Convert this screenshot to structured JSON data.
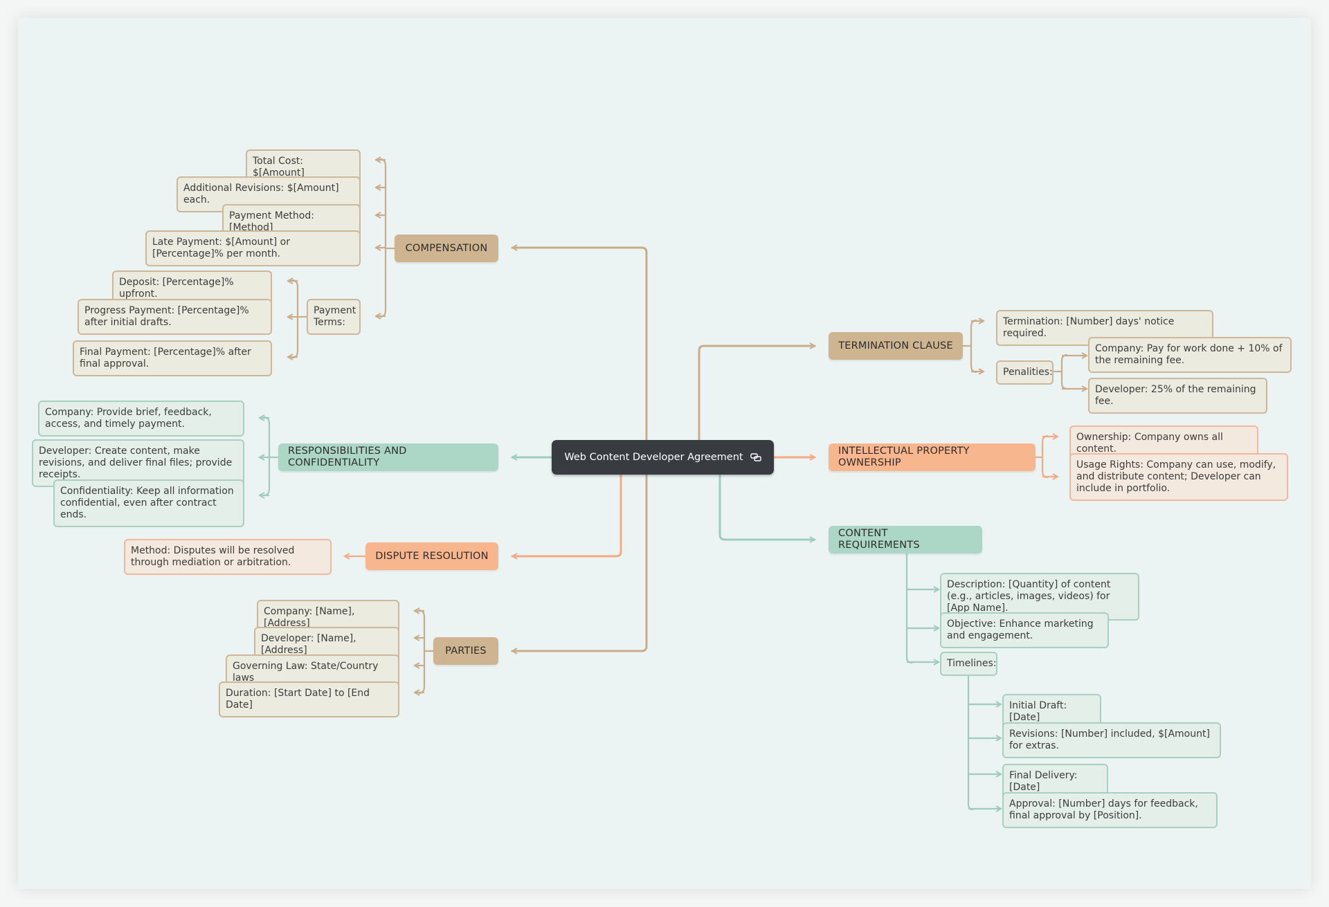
{
  "root": {
    "label": "Web Content Developer Agreement",
    "icon": "link-icon"
  },
  "colors": {
    "tan": "#cfb491",
    "teal": "#acd6c5",
    "orange": "#f8b68f",
    "tan_line": "#c9ad8a",
    "teal_line": "#9fcdbb",
    "orange_line": "#f6a982",
    "root": "#383c40",
    "canvas": "#ebf3f3"
  },
  "compensation": {
    "label": "COMPENSATION",
    "items": [
      "Total Cost: $[Amount]",
      "Additional Revisions: $[Amount] each.",
      "Payment Method: [Method]",
      "Late Payment: $[Amount] or [Percentage]% per month."
    ],
    "payment_terms": {
      "label": "Payment Terms:",
      "items": [
        "Deposit: [Percentage]% upfront.",
        "Progress Payment: [Percentage]% after initial drafts.",
        "Final Payment: [Percentage]% after final approval."
      ]
    }
  },
  "responsibilities": {
    "label": "RESPONSIBILITIES AND CONFIDENTIALITY",
    "items": [
      "Company: Provide brief, feedback, access, and timely payment.",
      "Developer: Create content, make revisions, and deliver final files; provide receipts.",
      "Confidentiality: Keep all information confidential, even after contract ends."
    ]
  },
  "dispute": {
    "label": "DISPUTE RESOLUTION",
    "items": [
      "Method: Disputes will be resolved through mediation or arbitration."
    ]
  },
  "parties": {
    "label": "PARTIES",
    "items": [
      "Company: [Name], [Address]",
      "Developer: [Name], [Address]",
      "Governing Law: State/Country laws",
      "Duration: [Start Date] to [End Date]"
    ]
  },
  "termination": {
    "label": "TERMINATION CLAUSE",
    "items": [
      "Termination: [Number] days' notice required."
    ],
    "penalties": {
      "label": "Penalities:",
      "items": [
        "Company: Pay for work done + 10% of the remaining fee.",
        "Developer: 25% of the remaining fee."
      ]
    }
  },
  "ip": {
    "label": "INTELLECTUAL PROPERTY OWNERSHIP",
    "items": [
      "Ownership: Company owns all content.",
      "Usage Rights: Company can use, modify, and distribute content; Developer can include in portfolio."
    ]
  },
  "content": {
    "label": "CONTENT REQUIREMENTS",
    "items": [
      "Description: [Quantity] of content (e.g., articles, images, videos) for [App Name].",
      "Objective: Enhance marketing and engagement."
    ],
    "timelines": {
      "label": "Timelines:",
      "items": [
        "Initial Draft: [Date]",
        "Revisions: [Number] included, $[Amount] for extras.",
        "Final Delivery: [Date]",
        "Approval: [Number] days for feedback, final approval by [Position]."
      ]
    }
  }
}
